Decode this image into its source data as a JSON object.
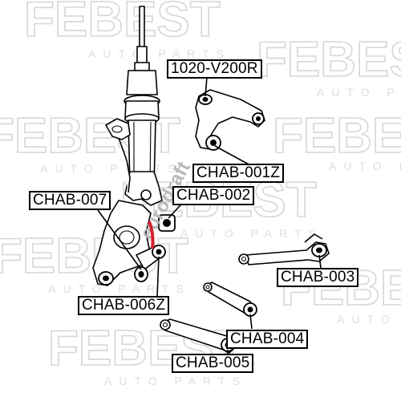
{
  "watermark": {
    "brand": "FEBEST",
    "sub": "AUTO PARTS",
    "site_text": "eurodraft",
    "brand_color": "#d6d6d6",
    "site_color": "#d2222a"
  },
  "callouts": [
    {
      "id": "1020-V200R",
      "label": "1020-V200R"
    },
    {
      "id": "CHAB-001Z",
      "label": "CHAB-001Z"
    },
    {
      "id": "CHAB-002",
      "label": "CHAB-002"
    },
    {
      "id": "CHAB-007",
      "label": "CHAB-007"
    },
    {
      "id": "CHAB-003",
      "label": "CHAB-003"
    },
    {
      "id": "CHAB-006Z",
      "label": "CHAB-006Z"
    },
    {
      "id": "CHAB-004",
      "label": "CHAB-004"
    },
    {
      "id": "CHAB-005",
      "label": "CHAB-005"
    }
  ]
}
